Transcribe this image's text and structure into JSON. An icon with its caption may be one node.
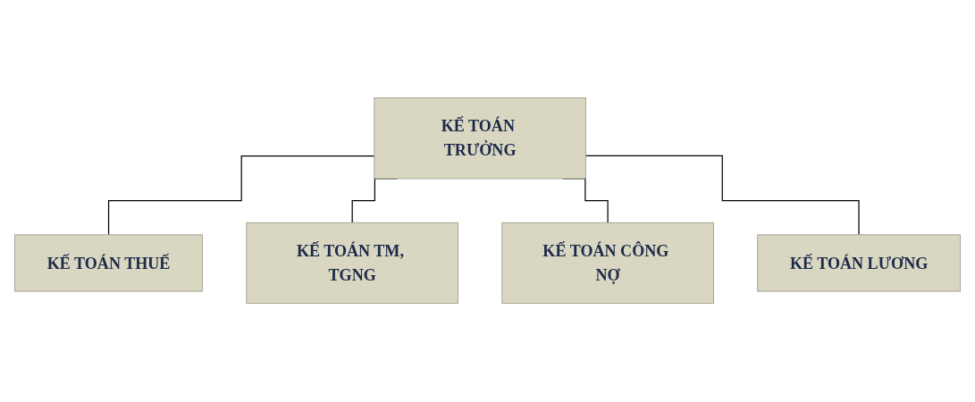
{
  "diagram": {
    "nodes": [
      {
        "text": [
          "KẾ TOÁN TRƯỞNG"
        ]
      },
      {
        "text": [
          "KẾ TOÁN THUẾ"
        ]
      },
      {
        "text": [
          "KẾ TOÁN TM, TGNG"
        ]
      },
      {
        "text": [
          "KẾ TOÁN CÔNG NỢ"
        ]
      },
      {
        "text": [
          "KẾ TOÁN LƯƠNG"
        ]
      }
    ],
    "edges": [
      {
        "from": 0,
        "to": 1,
        "arrow": "none"
      },
      {
        "from": 0,
        "to": 2,
        "arrow": "none"
      },
      {
        "from": 0,
        "to": 3,
        "arrow": "none"
      },
      {
        "from": 0,
        "to": 4,
        "arrow": "none"
      }
    ]
  }
}
